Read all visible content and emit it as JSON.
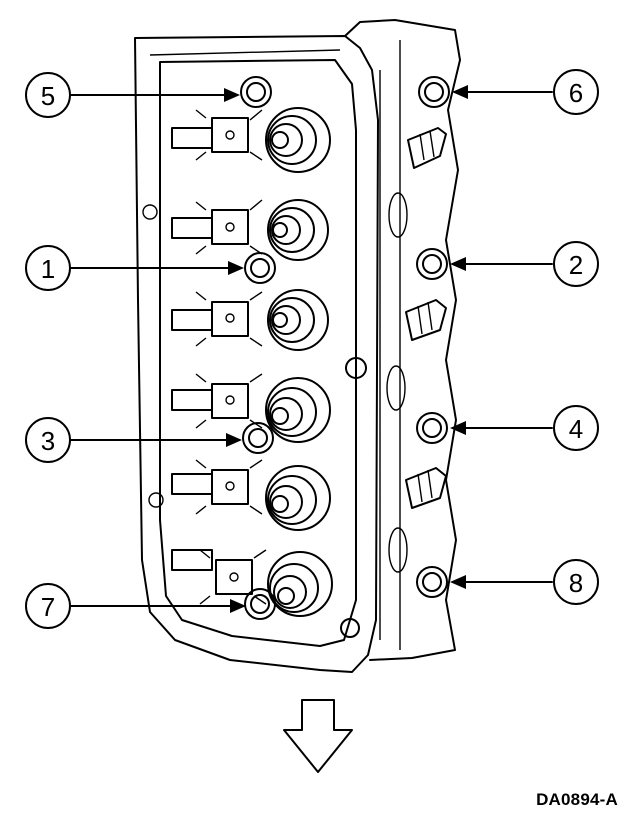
{
  "figure": {
    "code": "DA0894-A",
    "callouts": [
      {
        "label": "5",
        "side": "left"
      },
      {
        "label": "6",
        "side": "right"
      },
      {
        "label": "1",
        "side": "left"
      },
      {
        "label": "2",
        "side": "right"
      },
      {
        "label": "3",
        "side": "left"
      },
      {
        "label": "4",
        "side": "right"
      },
      {
        "label": "7",
        "side": "left"
      },
      {
        "label": "8",
        "side": "right"
      }
    ],
    "direction_arrow": "down-arrow-icon"
  }
}
